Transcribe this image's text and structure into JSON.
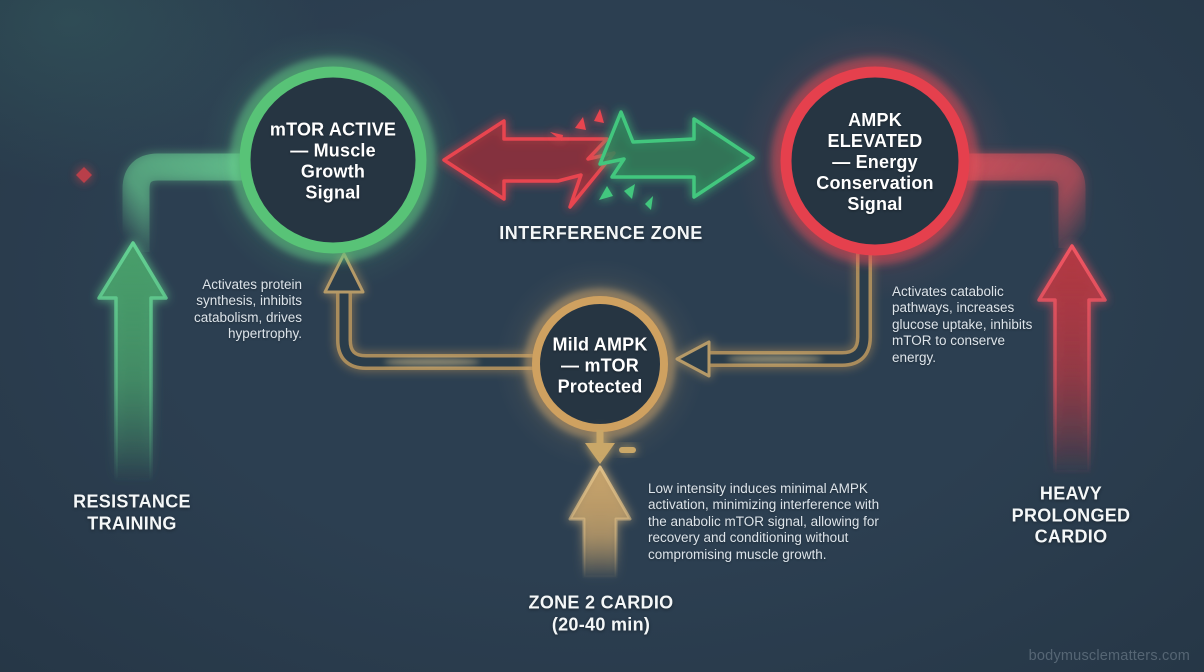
{
  "palette": {
    "background": "#293947",
    "green_accent": "#58c377",
    "red_accent": "#e8434e",
    "tan_accent": "#cda768",
    "text": "#f4f7f9"
  },
  "nodes": {
    "mtor": {
      "lines": [
        "mTOR ACTIVE",
        "— Muscle",
        "Growth",
        "Signal"
      ]
    },
    "ampk": {
      "lines": [
        "AMPK",
        "ELEVATED",
        "— Energy",
        "Conservation",
        "Signal"
      ]
    },
    "mild_ampk": {
      "lines": [
        "Mild AMPK",
        "— mTOR",
        "Protected"
      ]
    }
  },
  "interference_zone": {
    "label": "INTERFERENCE ZONE"
  },
  "resistance": {
    "title_lines": [
      "RESISTANCE",
      "TRAINING"
    ],
    "desc_lines": [
      "Activates protein",
      "synthesis, inhibits",
      "catabolism, drives",
      "hypertrophy."
    ]
  },
  "cardio": {
    "title_lines": [
      "HEAVY",
      "PROLONGED",
      "CARDIO"
    ],
    "desc_lines": [
      "Activates catabolic",
      "pathways, increases",
      "glucose uptake, inhibits",
      "mTOR to conserve",
      "energy."
    ]
  },
  "zone2": {
    "title_lines": [
      "ZONE 2 CARDIO",
      "(20-40 min)"
    ],
    "desc_lines": [
      "Low intensity induces minimal AMPK",
      "activation, minimizing interference with",
      "the anabolic mTOR signal, allowing for",
      "recovery and conditioning without",
      "compromising muscle growth."
    ]
  },
  "watermark": "bodymusclematters.com"
}
